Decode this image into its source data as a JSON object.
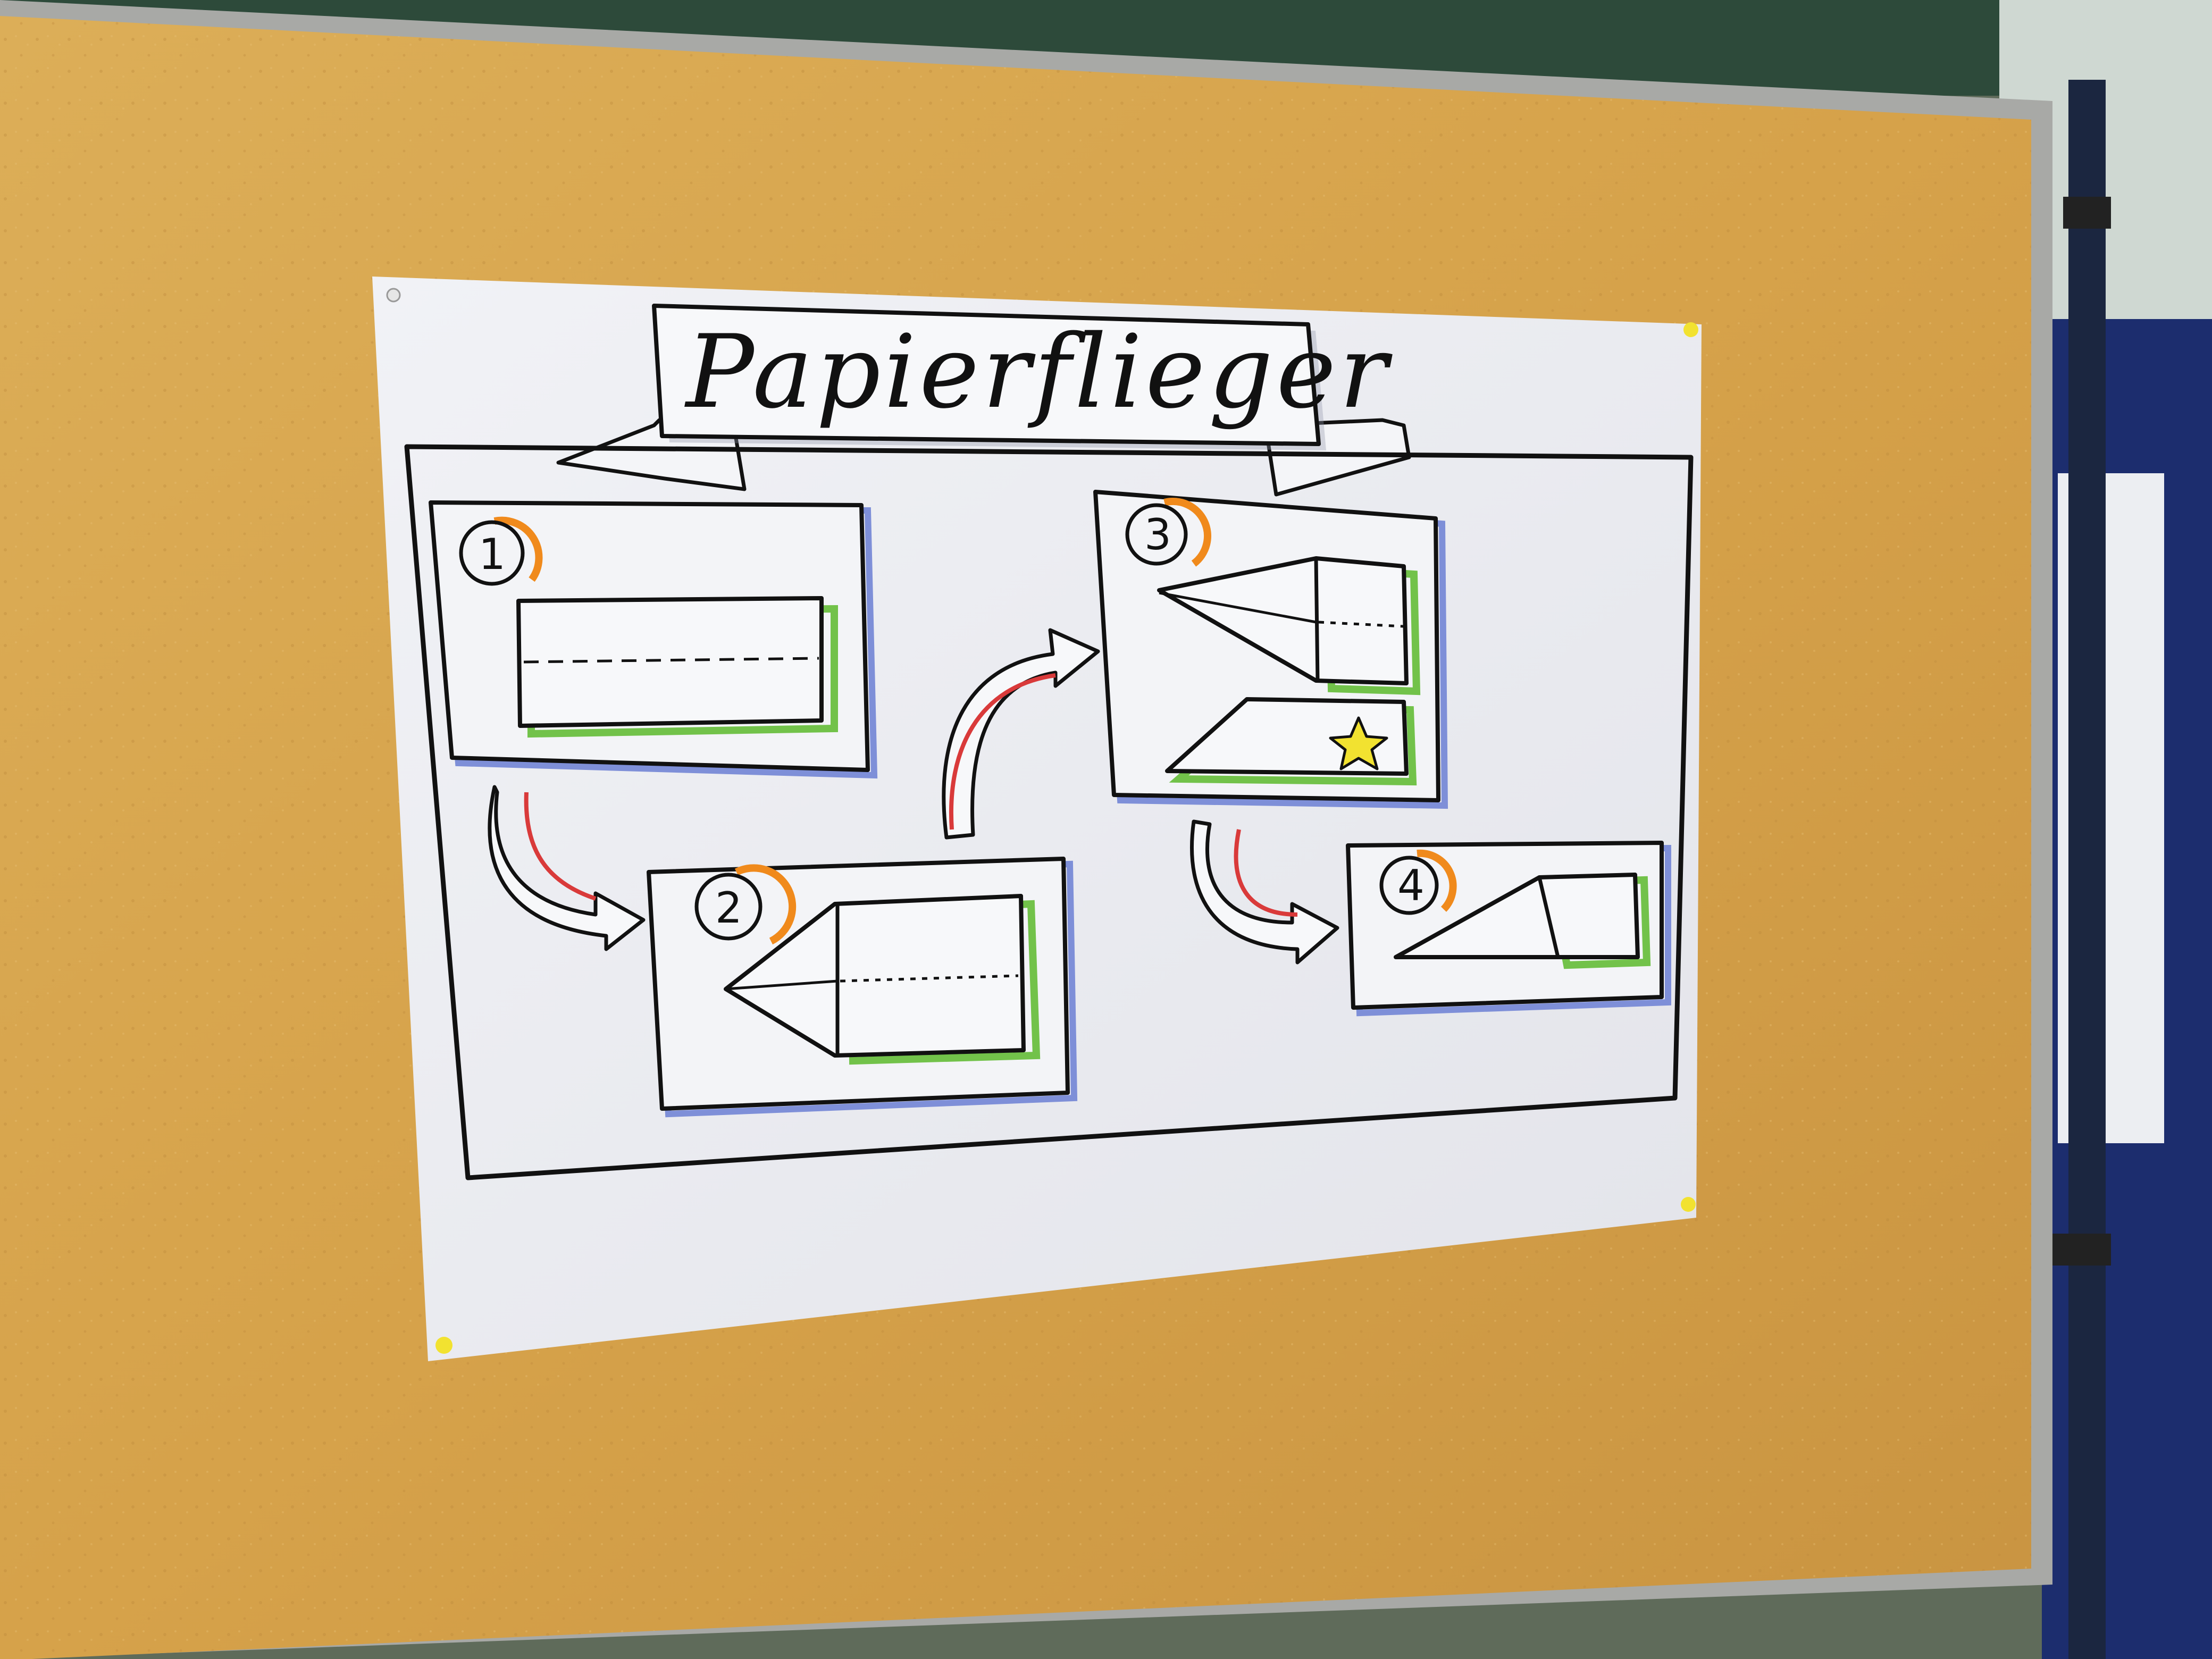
{
  "poster": {
    "title": "Papierflieger",
    "steps": [
      {
        "number": "1"
      },
      {
        "number": "2"
      },
      {
        "number": "3"
      },
      {
        "number": "4"
      }
    ]
  },
  "colors": {
    "cork": "#d9a54b",
    "paper": "#eeeff3",
    "ink": "#111111",
    "accent_green": "#72c24a",
    "accent_blue": "#7e8fd8",
    "accent_red": "#d93a3a",
    "accent_orange": "#f08a1c",
    "star_yellow": "#f2e230"
  },
  "icons": [
    "pushpin-icon",
    "star-icon",
    "arrow-icon"
  ]
}
